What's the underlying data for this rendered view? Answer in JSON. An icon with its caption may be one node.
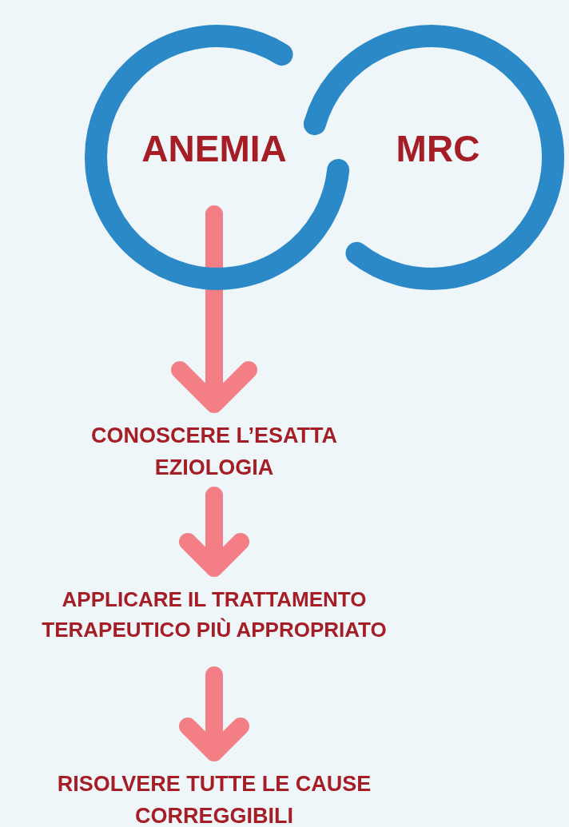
{
  "diagram": {
    "nodes": [
      {
        "text": [
          "ANEMIA"
        ]
      },
      {
        "text": [
          "MRC"
        ]
      },
      {
        "text": [
          "CONOSCERE L’ESATTA EZIOLOGIA"
        ]
      },
      {
        "text": [
          "APPLICARE IL TRATTAMENTO TERAPEUTICO PIÙ APPROPRIATO"
        ]
      },
      {
        "text": [
          "RISOLVERE TUTTE LE CAUSE CORREGGIBILI"
        ]
      }
    ],
    "edges": [
      {
        "from": 0,
        "to": 2,
        "arrow": "to"
      },
      {
        "from": 2,
        "to": 3,
        "arrow": "to"
      },
      {
        "from": 3,
        "to": 4,
        "arrow": "to"
      }
    ]
  }
}
